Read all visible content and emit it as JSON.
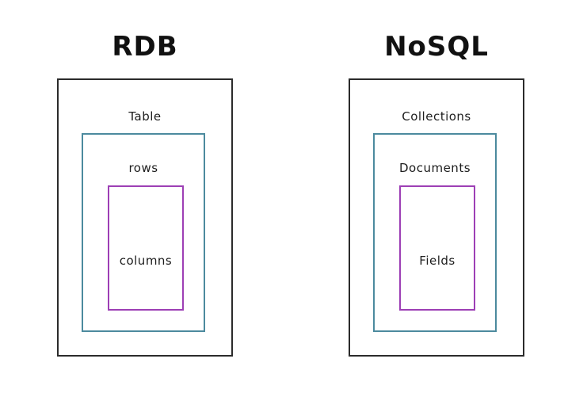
{
  "colors": {
    "background": "#ffffff",
    "outer_border": "#2b2b2b",
    "middle_border": "#4c8a9e",
    "inner_border": "#9d3fb5",
    "text": "#1d1d1d"
  },
  "panels": [
    {
      "title": "RDB",
      "outer_label": "Table",
      "middle_label": "rows",
      "inner_label": "columns"
    },
    {
      "title": "NoSQL",
      "outer_label": "Collections",
      "middle_label": "Documents",
      "inner_label": "Fields"
    }
  ]
}
